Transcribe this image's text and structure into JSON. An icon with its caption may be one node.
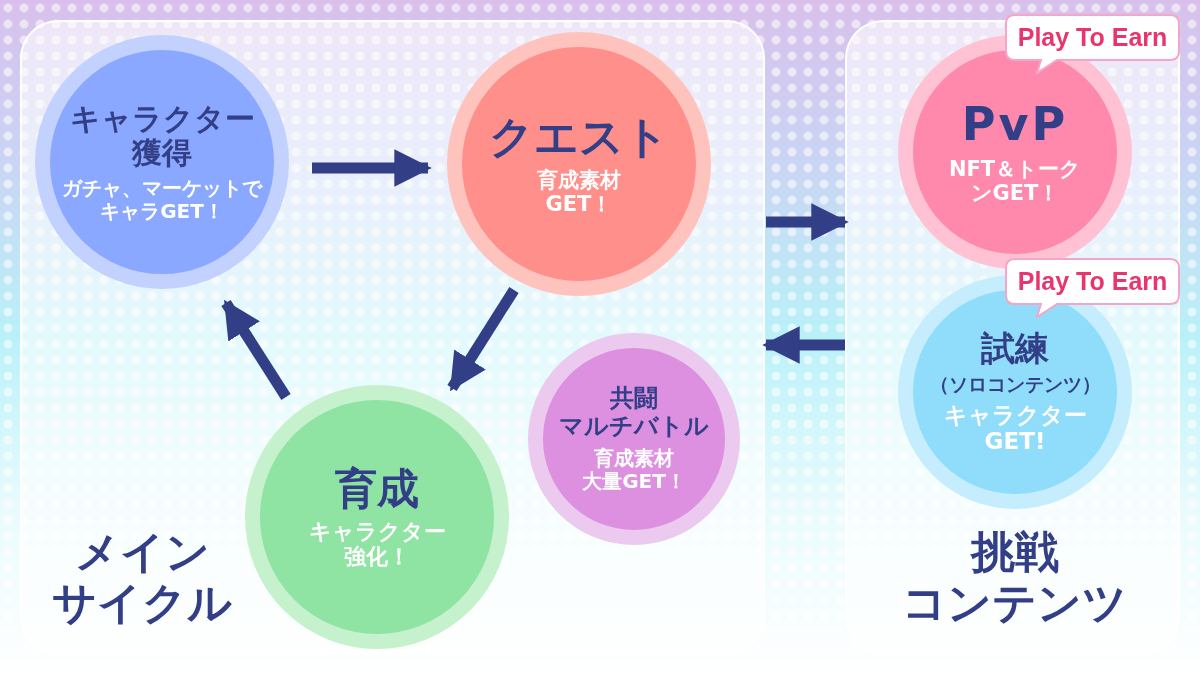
{
  "diagram": {
    "nodes": [
      {
        "text": [
          "メインサイクル"
        ]
      },
      {
        "text": [
          "キャラクター獲得",
          "ガチャ、マーケットでキャラGET！"
        ],
        "in": 0
      },
      {
        "text": [
          "クエスト",
          "育成素材GET！"
        ],
        "in": 0
      },
      {
        "text": [
          "育成",
          "キャラクター強化！"
        ],
        "in": 0
      },
      {
        "text": [
          "共闘マルチバトル",
          "育成素材大量GET！"
        ],
        "in": 0
      },
      {
        "text": [
          "挑戦コンテンツ"
        ]
      },
      {
        "text": [
          "Play To Earn"
        ],
        "in": 5
      },
      {
        "text": [
          "PvP",
          "NFT＆トークンGET！"
        ],
        "in": 5
      },
      {
        "text": [
          "Play To Earn"
        ],
        "in": 5
      },
      {
        "text": [
          "試練",
          "（ソロコンテンツ）",
          "キャラクターGET!"
        ],
        "in": 5
      }
    ],
    "edges": [
      {
        "from": 1,
        "to": 2,
        "arrow": "to"
      },
      {
        "from": 2,
        "to": 3,
        "arrow": "to"
      },
      {
        "from": 3,
        "to": 1,
        "arrow": "to"
      },
      {
        "from": 0,
        "to": 5,
        "arrow": "to"
      },
      {
        "from": 5,
        "to": 0,
        "arrow": "to"
      }
    ]
  }
}
